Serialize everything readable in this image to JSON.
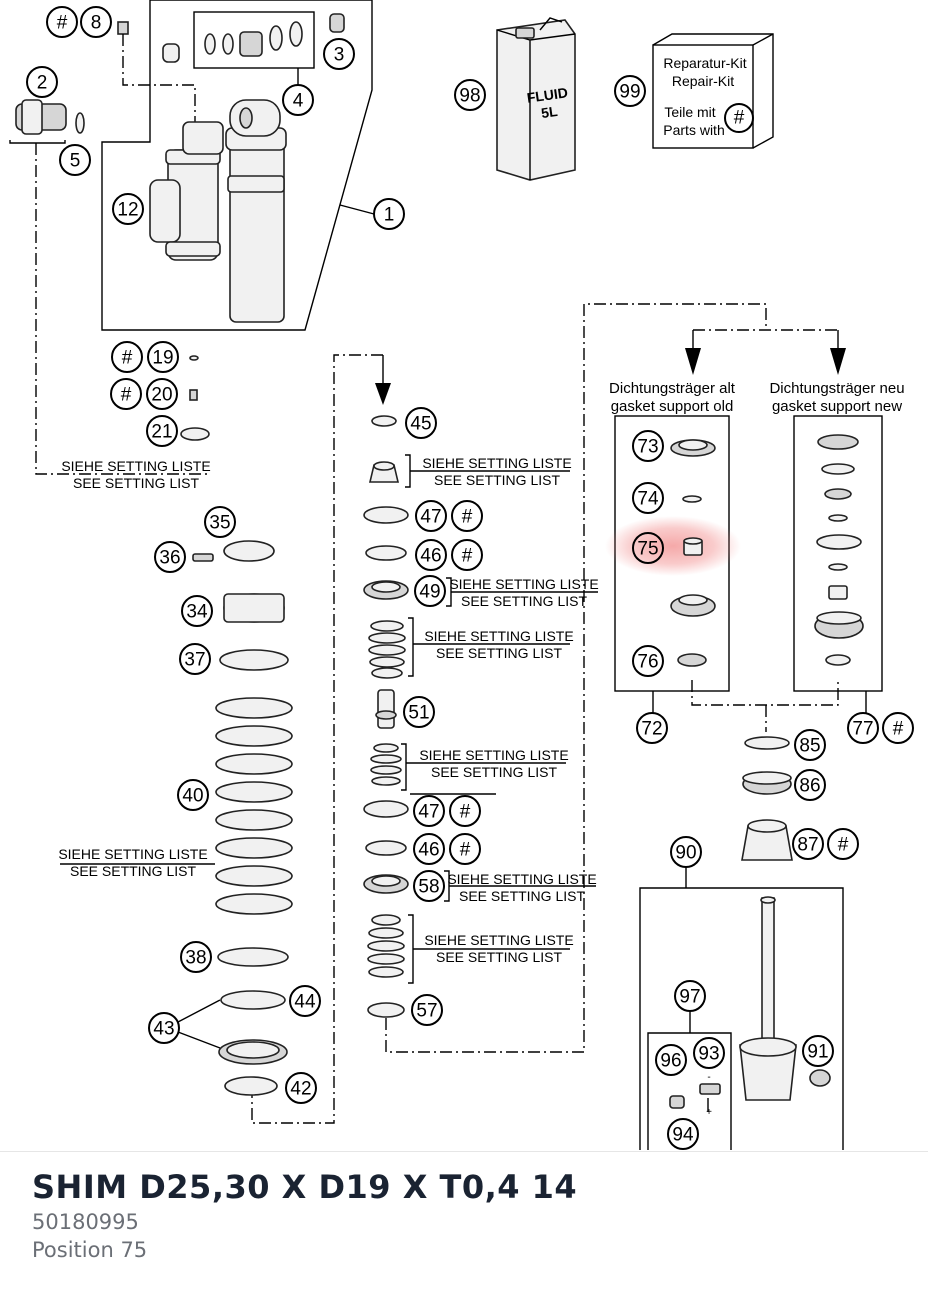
{
  "product": {
    "title": "SHIM D25,30 X D19 X T0,4 14",
    "part_number": "50180995",
    "position": "Position 75"
  },
  "diagram": {
    "highlight_color": "#f28c8c",
    "fluid_can": {
      "line1": "FLUID",
      "line2": "5L"
    },
    "repair_kit": {
      "line1": "Reparatur-Kit",
      "line2": "Repair-Kit",
      "line3": "Teile mit",
      "line4": "Parts with",
      "mark": "#"
    },
    "gasket_old": {
      "de": "Dichtungsträger alt",
      "en": "gasket support old"
    },
    "gasket_new": {
      "de": "Dichtungsträger neu",
      "en": "gasket support new"
    },
    "setting_de": "SIEHE SETTING LISTE",
    "setting_en": "SEE SETTING LIST",
    "labels": {
      "h8": "#",
      "n8": "8",
      "n3": "3",
      "n4": "4",
      "n2": "2",
      "n5": "5",
      "n1": "1",
      "n12": "12",
      "n98": "98",
      "n99": "99",
      "h19": "#",
      "n19": "19",
      "h20": "#",
      "n20": "20",
      "n21": "21",
      "n45": "45",
      "n47a": "47",
      "h47a": "#",
      "n46a": "46",
      "h46a": "#",
      "n49": "49",
      "n51": "51",
      "n47b": "47",
      "h47b": "#",
      "n46b": "46",
      "h46b": "#",
      "n58": "58",
      "n57": "57",
      "n35": "35",
      "n36": "36",
      "n34": "34",
      "n37": "37",
      "n40": "40",
      "n38": "38",
      "n44": "44",
      "n43": "43",
      "n42": "42",
      "n73": "73",
      "n74": "74",
      "n75": "75",
      "n76": "76",
      "n72": "72",
      "n77": "77",
      "h77": "#",
      "n85": "85",
      "n86": "86",
      "n87": "87",
      "h87": "#",
      "n90": "90",
      "n97": "97",
      "n96": "96",
      "n93": "93",
      "n91": "91",
      "n94": "94"
    }
  }
}
